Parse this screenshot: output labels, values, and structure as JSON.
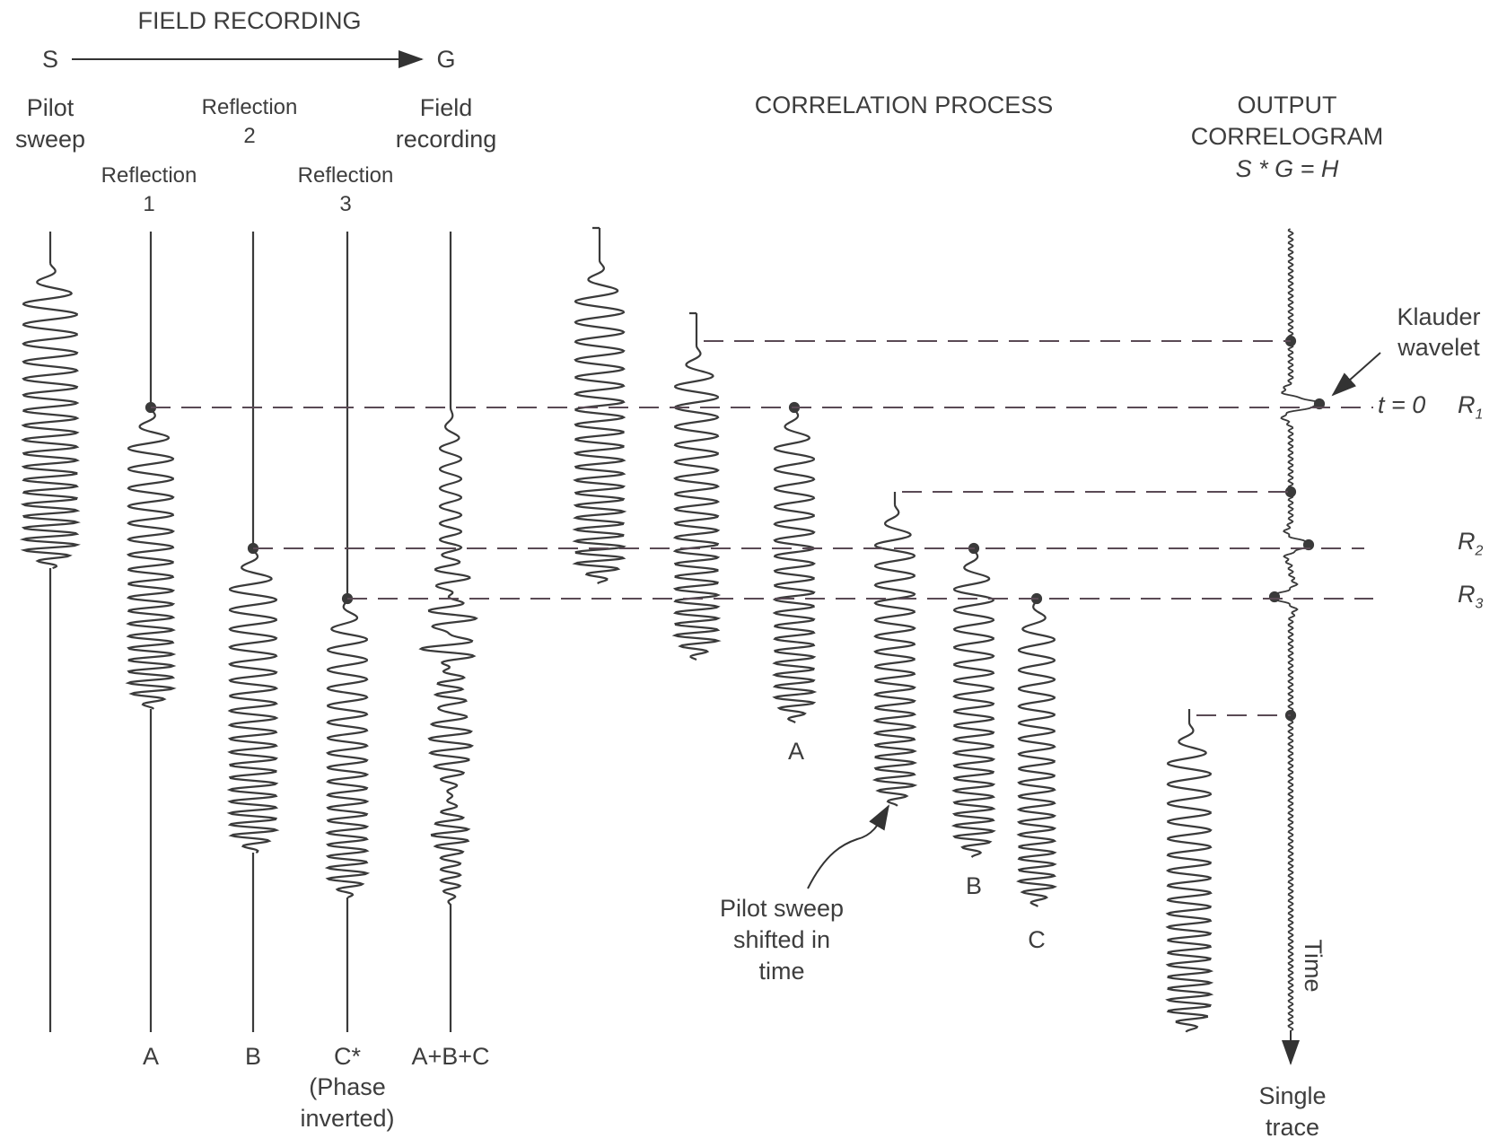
{
  "header": {
    "field_recording_title": "FIELD RECORDING",
    "source_letter": "S",
    "geophone_letter": "G",
    "correlation_title": "CORRELATION PROCESS",
    "output_title_line1": "OUTPUT",
    "output_title_line2": "CORRELOGRAM",
    "output_formula": "S * G = H"
  },
  "columns": {
    "pilot_sweep": [
      "Pilot",
      "sweep"
    ],
    "reflection_1": [
      "Reflection",
      "1"
    ],
    "reflection_2": [
      "Reflection",
      "2"
    ],
    "reflection_3": [
      "Reflection",
      "3"
    ],
    "field_recording": [
      "Field",
      "recording"
    ]
  },
  "bottom_labels": {
    "a": "A",
    "b": "B",
    "c_star": "C*",
    "phase_inverted": [
      "(Phase",
      "inverted)"
    ],
    "abc": "A+B+C"
  },
  "correlation_labels": {
    "a": "A",
    "b": "B",
    "c": "C",
    "pilot_shifted": [
      "Pilot sweep",
      "shifted in",
      "time"
    ]
  },
  "output_labels": {
    "klauder": [
      "Klauder",
      "wavelet"
    ],
    "t_zero": "t = 0",
    "r1_base": "R",
    "r1_sub": "1",
    "r2_base": "R",
    "r2_sub": "2",
    "r3_base": "R",
    "r3_sub": "3",
    "time_axis": "Time",
    "single_trace": [
      "Single",
      "trace"
    ]
  },
  "colors": {
    "ink": "#3a3a3a",
    "dashed_line": "#5a4a55",
    "background": "#ffffff"
  }
}
